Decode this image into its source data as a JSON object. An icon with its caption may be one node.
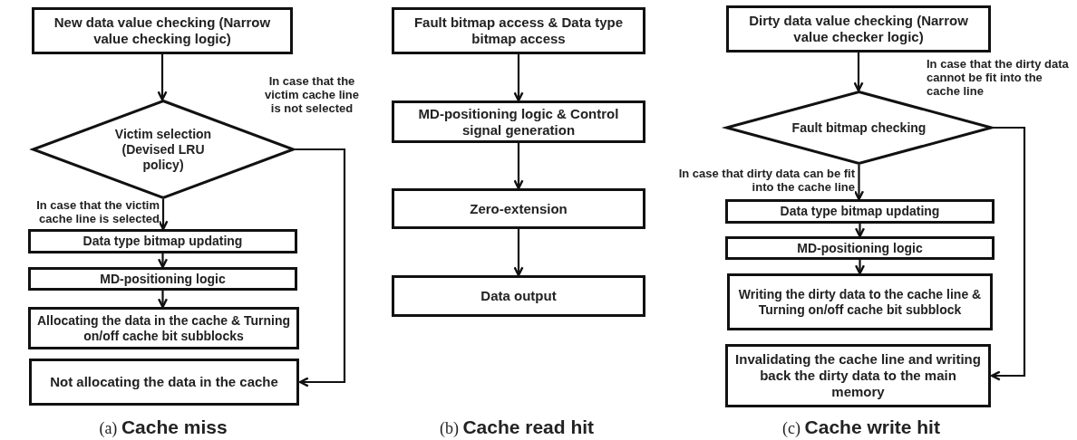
{
  "diagram": {
    "nodes": [
      {
        "text": [
          "New data value checking (Narrow value checking logic)"
        ]
      },
      {
        "text": [
          "Victim selection (Devised LRU policy)"
        ]
      },
      {
        "text": [
          "Data type bitmap updating"
        ]
      },
      {
        "text": [
          "MD-positioning logic"
        ]
      },
      {
        "text": [
          "Allocating the data in the cache & Turning on/off cache bit subblocks"
        ]
      },
      {
        "text": [
          "Not allocating the data in the cache"
        ]
      },
      {
        "text": [
          "Fault bitmap access & Data type bitmap access"
        ]
      },
      {
        "text": [
          "MD-positioning logic & Control signal generation"
        ]
      },
      {
        "text": [
          "Zero-extension"
        ]
      },
      {
        "text": [
          "Data output"
        ]
      },
      {
        "text": [
          "Dirty data value checking (Narrow value checker logic)"
        ]
      },
      {
        "text": [
          "Fault bitmap checking"
        ]
      },
      {
        "text": [
          "Data type bitmap updating"
        ]
      },
      {
        "text": [
          "MD-positioning logic"
        ]
      },
      {
        "text": [
          "Writing the dirty data to the cache line & Turning on/off cache bit subblock"
        ]
      },
      {
        "text": [
          "Invalidating the cache line and writing back the dirty data to the main memory"
        ]
      }
    ],
    "edges": [
      {
        "from": 0,
        "to": 1,
        "arrow": "to"
      },
      {
        "from": 1,
        "to": 2,
        "arrow": "to",
        "label": "In case that the victim cache line is selected"
      },
      {
        "from": 2,
        "to": 3,
        "arrow": "to"
      },
      {
        "from": 3,
        "to": 4,
        "arrow": "to"
      },
      {
        "from": 1,
        "to": 5,
        "arrow": "to",
        "label": "In case that the victim cache line is not selected"
      },
      {
        "from": 6,
        "to": 7,
        "arrow": "to"
      },
      {
        "from": 7,
        "to": 8,
        "arrow": "to"
      },
      {
        "from": 8,
        "to": 9,
        "arrow": "to"
      },
      {
        "from": 10,
        "to": 11,
        "arrow": "to"
      },
      {
        "from": 11,
        "to": 12,
        "arrow": "to",
        "label": "In case that dirty data can be fit into the cache line"
      },
      {
        "from": 12,
        "to": 13,
        "arrow": "to"
      },
      {
        "from": 13,
        "to": 14,
        "arrow": "to"
      },
      {
        "from": 11,
        "to": 15,
        "arrow": "to",
        "label": "In case that the dirty data cannot be fit into the cache line"
      }
    ],
    "labels": [
      "(a) **Cache miss**",
      "(b) **Cache read hit**",
      "(c) **Cache write hit**"
    ]
  }
}
